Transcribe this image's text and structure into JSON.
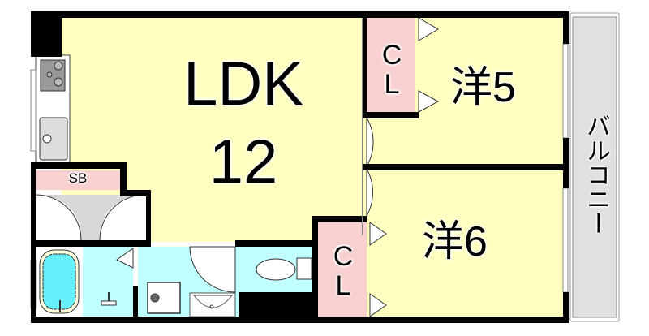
{
  "floorplan": {
    "rooms": {
      "ldk": {
        "label": "LDK",
        "size": "12"
      },
      "western5": {
        "label": "洋5"
      },
      "western6": {
        "label": "洋6"
      },
      "closet1": {
        "label": "C\nL"
      },
      "closet2": {
        "label": "C\nL"
      },
      "shoebox": {
        "label": "SB"
      },
      "balcony": {
        "label": "バルコニー"
      }
    },
    "colors": {
      "living": "#ffffc0",
      "closet": "#f8d0d0",
      "wet_area": "#c0ffff",
      "balcony": "#e0e0e0",
      "wall": "#000000"
    }
  }
}
